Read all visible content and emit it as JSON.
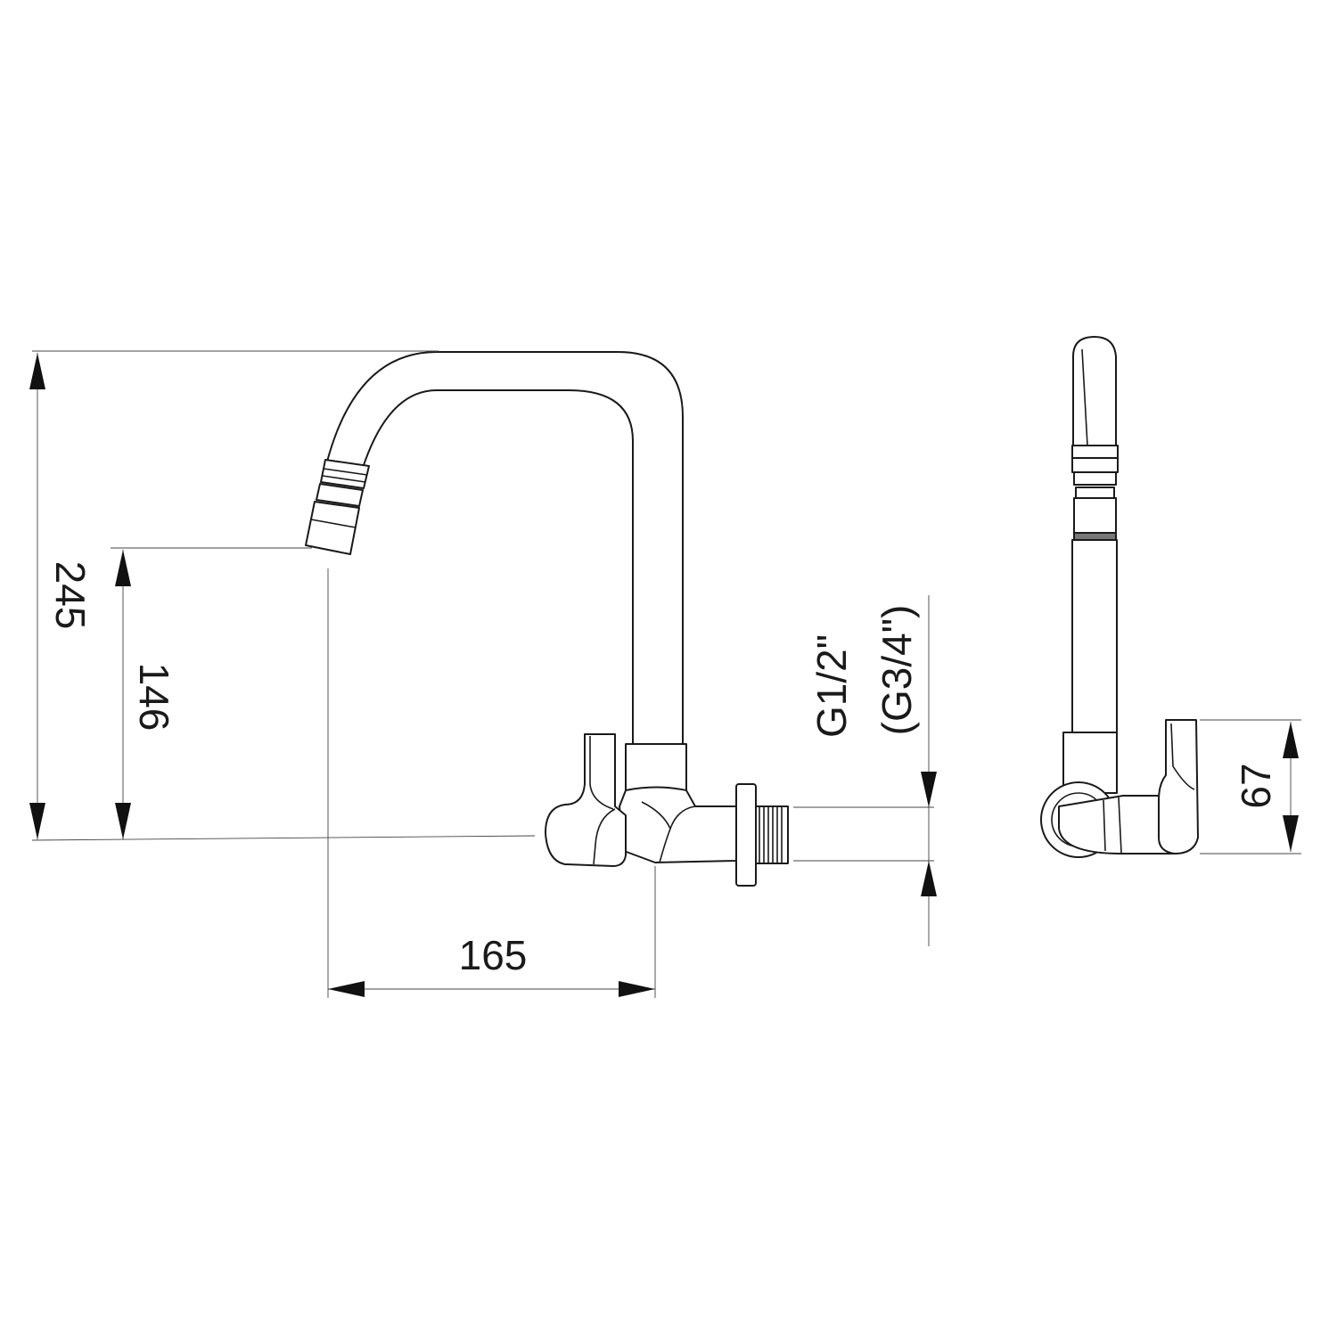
{
  "dimensions": {
    "overall_height": "245",
    "spout_height": "146",
    "spout_reach": "165",
    "thread": "G1/2\"",
    "thread_alt": "(G3/4\")",
    "side_height": "67"
  },
  "colors": {
    "line": "#1a1a1a",
    "background": "#ffffff"
  }
}
